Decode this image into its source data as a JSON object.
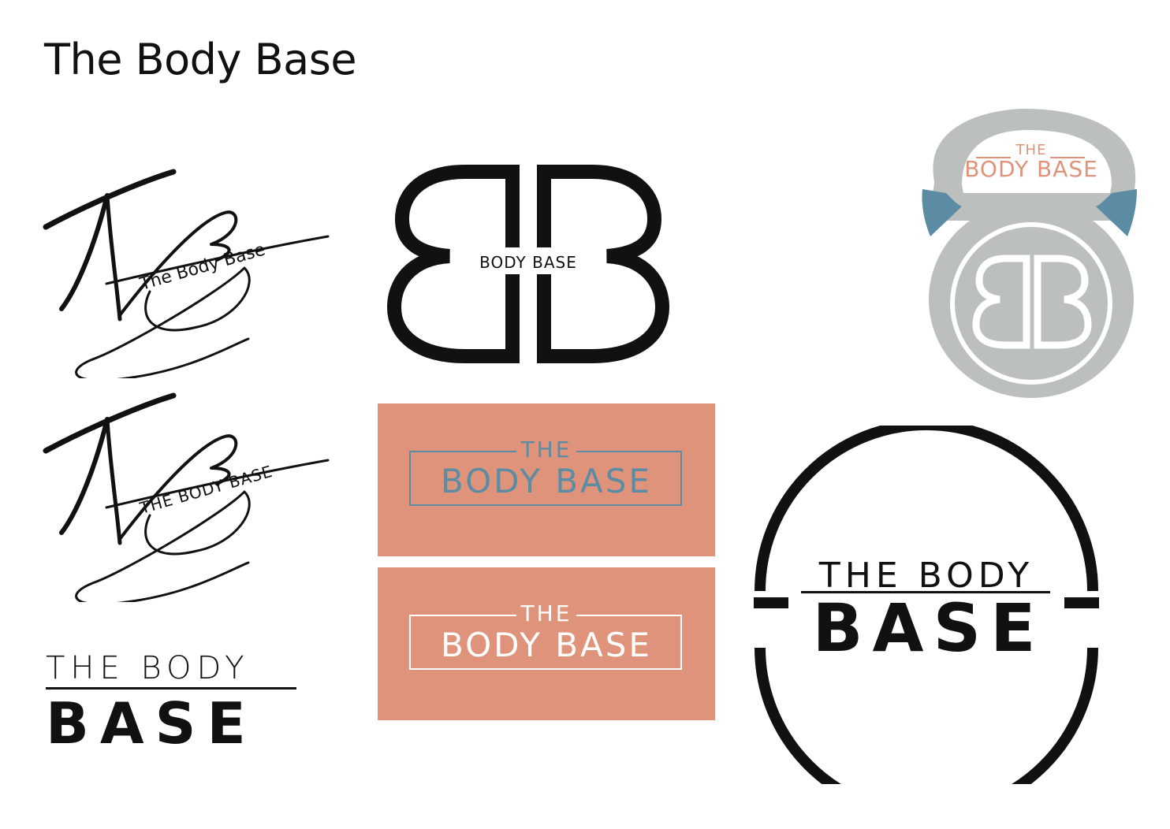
{
  "title": "The Body Base",
  "logos": {
    "script_1": {
      "tagline": "The Body Base"
    },
    "script_2": {
      "tagline": "THE BODY BASE"
    },
    "bb_monogram": {
      "label": "BODY BASE"
    },
    "kettlebell": {
      "the": "THE",
      "name": "BODY BASE"
    },
    "block": {
      "top": "THE BODY",
      "bottom": "BASE"
    },
    "card_blue": {
      "the": "THE",
      "name": "BODY BASE"
    },
    "card_white": {
      "the": "THE",
      "name": "BODY BASE"
    },
    "circle": {
      "top": "THE BODY",
      "bottom": "BASE"
    }
  },
  "colors": {
    "ink": "#111111",
    "coral": "#e0937b",
    "steel_blue": "#5b8ca3",
    "gray": "#bbbfbd",
    "white": "#ffffff"
  }
}
